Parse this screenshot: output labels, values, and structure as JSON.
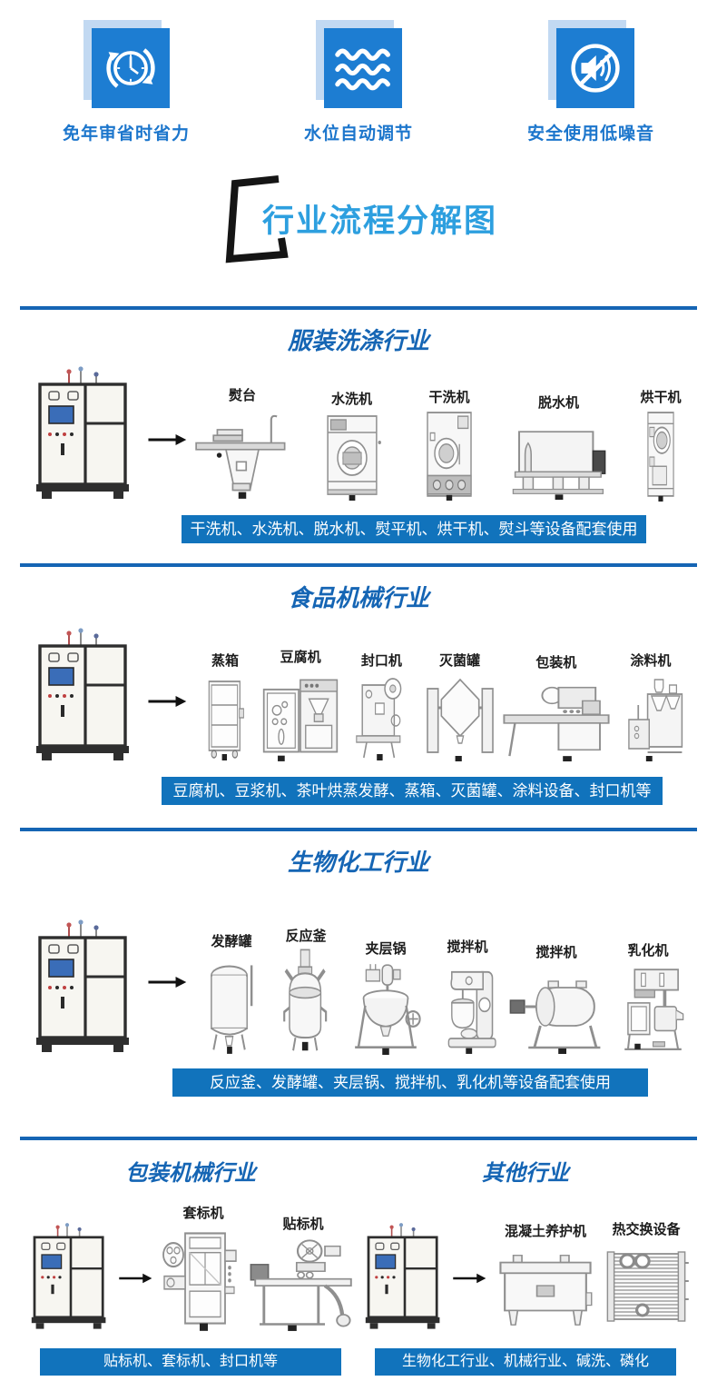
{
  "colors": {
    "icon_blue": "#1d7dd2",
    "icon_shadow": "#c2d9f2",
    "feature_label": "#1c76cc",
    "title_blue": "#2d9fdf",
    "heading_blue": "#1565b4",
    "divider_blue": "#1565b4",
    "caption_bg": "#1173bc",
    "caption_text": "#ffffff",
    "machine_label": "#1c1c1c"
  },
  "features": [
    {
      "label": "免年审省时省力",
      "icon": "clock-refresh-icon"
    },
    {
      "label": "水位自动调节",
      "icon": "waves-icon"
    },
    {
      "label": "安全使用低噪音",
      "icon": "muted-speaker-icon"
    }
  ],
  "title": {
    "text": "行业流程分解图"
  },
  "sections": [
    {
      "heading": "服装洗涤行业",
      "machines": [
        {
          "label": "熨台",
          "icon": "ironing-table"
        },
        {
          "label": "水洗机",
          "icon": "washer"
        },
        {
          "label": "干洗机",
          "icon": "dry-cleaner"
        },
        {
          "label": "脱水机",
          "icon": "dehydrator"
        },
        {
          "label": "烘干机",
          "icon": "dryer"
        }
      ],
      "caption": "干洗机、水洗机、脱水机、熨平机、烘干机、熨斗等设备配套使用"
    },
    {
      "heading": "食品机械行业",
      "machines": [
        {
          "label": "蒸箱",
          "icon": "steam-cabinet"
        },
        {
          "label": "豆腐机",
          "icon": "tofu-machine"
        },
        {
          "label": "封口机",
          "icon": "sealing-machine"
        },
        {
          "label": "灭菌罐",
          "icon": "sterilizer"
        },
        {
          "label": "包装机",
          "icon": "packing-machine"
        },
        {
          "label": "涂料机",
          "icon": "coating-machine"
        }
      ],
      "caption": "豆腐机、豆浆机、茶叶烘蒸发酵、蒸箱、灭菌罐、涂料设备、封口机等"
    },
    {
      "heading": "生物化工行业",
      "machines": [
        {
          "label": "发酵罐",
          "icon": "fermenter"
        },
        {
          "label": "反应釜",
          "icon": "reactor"
        },
        {
          "label": "夹层锅",
          "icon": "jacketed-kettle"
        },
        {
          "label": "搅拌机",
          "icon": "mixer"
        },
        {
          "label": "搅拌机",
          "icon": "drum-mixer"
        },
        {
          "label": "乳化机",
          "icon": "emulsifier"
        }
      ],
      "caption": "反应釜、发酵罐、夹层锅、搅拌机、乳化机等设备配套使用"
    }
  ],
  "bottom_sections": [
    {
      "heading": "包装机械行业",
      "machines": [
        {
          "label": "套标机",
          "icon": "sleeve-labeler"
        },
        {
          "label": "贴标机",
          "icon": "labeling-machine"
        }
      ],
      "caption": "贴标机、套标机、封口机等"
    },
    {
      "heading": "其他行业",
      "machines": [
        {
          "label": "混凝土养护机",
          "icon": "concrete-curing"
        },
        {
          "label": "热交换设备",
          "icon": "heat-exchanger"
        }
      ],
      "caption": "生物化工行业、机械行业、碱洗、磷化"
    }
  ]
}
